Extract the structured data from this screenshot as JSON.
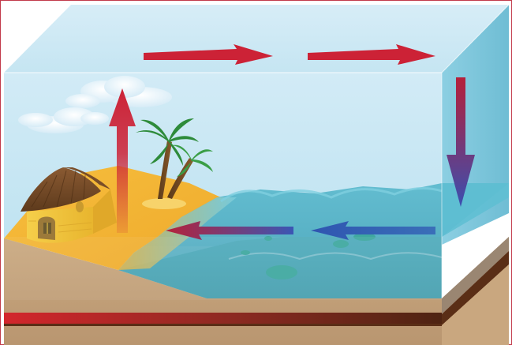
{
  "scene": {
    "subject": "sea-breeze-convection-diagram",
    "icons": [
      "house-icon",
      "palm-tree-icon",
      "cloud-icon",
      "arrow-icon"
    ],
    "colors": {
      "sky_top": "#d4ecf7",
      "sky_bottom": "#b9e0f0",
      "sand": "#f3b333",
      "sea": "#4fb2c6",
      "sea_deep": "#3a8fa5",
      "soil": "#c9a77f",
      "earth_dark": "#5a2e16",
      "border_red": "#cc2630",
      "warm_arrow": "#cc2236",
      "cool_arrow": "#3b56b4"
    },
    "airflow": [
      {
        "name": "rising-warm-air",
        "direction": "up"
      },
      {
        "name": "upper-flow-1",
        "direction": "right"
      },
      {
        "name": "upper-flow-2",
        "direction": "right"
      },
      {
        "name": "sinking-air",
        "direction": "down"
      },
      {
        "name": "surface-flow-1",
        "direction": "left"
      },
      {
        "name": "surface-flow-2",
        "direction": "left"
      }
    ]
  }
}
